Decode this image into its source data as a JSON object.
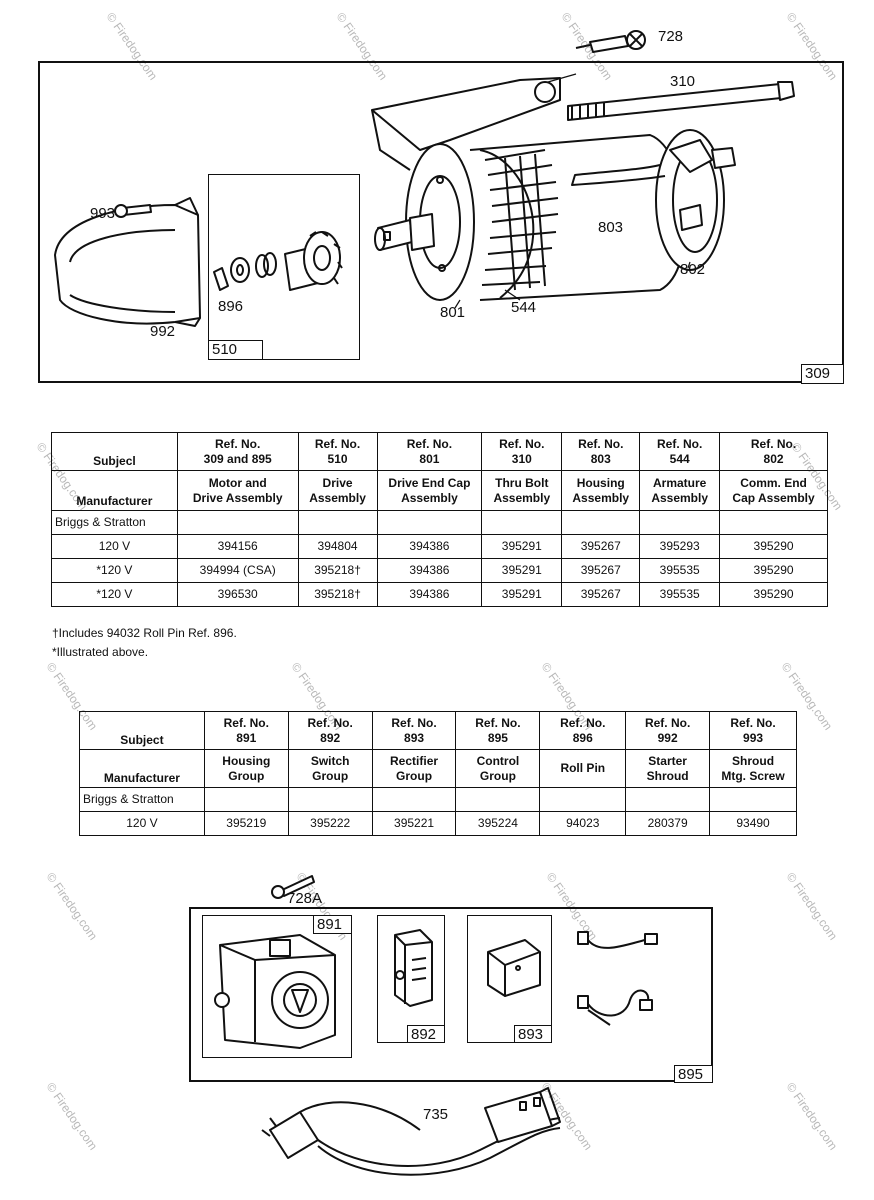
{
  "top_diagram": {
    "callouts": {
      "c728": "728",
      "c310": "310",
      "c993": "993",
      "c803": "803",
      "c896": "896",
      "c992": "992",
      "c801": "801",
      "c544": "544",
      "c802": "802"
    },
    "box_labels": {
      "b510": "510",
      "b309": "309"
    }
  },
  "table1": {
    "subject_label": "Subjecl",
    "manufacturer_label": "Manufacturer",
    "columns": [
      {
        "ref": "Ref. No.",
        "num": "309 and 895",
        "d1": "Motor and",
        "d2": "Drive Assembly"
      },
      {
        "ref": "Ref. No.",
        "num": "510",
        "d1": "Drive",
        "d2": "Assembly"
      },
      {
        "ref": "Ref. No.",
        "num": "801",
        "d1": "Drive End Cap",
        "d2": "Assembly"
      },
      {
        "ref": "Ref. No.",
        "num": "310",
        "d1": "Thru Bolt",
        "d2": "Assembly"
      },
      {
        "ref": "Ref. No.",
        "num": "803",
        "d1": "Housing",
        "d2": "Assembly"
      },
      {
        "ref": "Ref. No.",
        "num": "544",
        "d1": "Armature",
        "d2": "Assembly"
      },
      {
        "ref": "Ref. No.",
        "num": "802",
        "d1": "Comm. End",
        "d2": "Cap Assembly"
      }
    ],
    "brand": "Briggs & Stratton",
    "rows": [
      [
        "120 V",
        "394156",
        "394804",
        "394386",
        "395291",
        "395267",
        "395293",
        "395290"
      ],
      [
        "*120 V",
        "394994 (CSA)",
        "395218†",
        "394386",
        "395291",
        "395267",
        "395535",
        "395290"
      ],
      [
        "*120 V",
        "396530",
        "395218†",
        "394386",
        "395291",
        "395267",
        "395535",
        "395290"
      ]
    ]
  },
  "notes": {
    "n1": "†Includes 94032 Roll Pin Ref. 896.",
    "n2": "*Illustrated above."
  },
  "table2": {
    "subject_label": "Subject",
    "manufacturer_label": "Manufacturer",
    "columns": [
      {
        "ref": "Ref. No.",
        "num": "891",
        "d1": "Housing",
        "d2": "Group"
      },
      {
        "ref": "Ref. No.",
        "num": "892",
        "d1": "Switch",
        "d2": "Group"
      },
      {
        "ref": "Ref. No.",
        "num": "893",
        "d1": "Rectifier",
        "d2": "Group"
      },
      {
        "ref": "Ref. No.",
        "num": "895",
        "d1": "Control",
        "d2": "Group"
      },
      {
        "ref": "Ref. No.",
        "num": "896",
        "d1": "Roll Pin",
        "d2": ""
      },
      {
        "ref": "Ref. No.",
        "num": "992",
        "d1": "Starter",
        "d2": "Shroud"
      },
      {
        "ref": "Ref. No.",
        "num": "993",
        "d1": "Shroud",
        "d2": "Mtg. Screw"
      }
    ],
    "brand": "Briggs & Stratton",
    "rows": [
      [
        "120 V",
        "395219",
        "395222",
        "395221",
        "395224",
        "94023",
        "280379",
        "93490"
      ]
    ]
  },
  "bottom_diagram": {
    "callouts": {
      "c728a": "728A",
      "c735": "735"
    },
    "box_labels": {
      "b891": "891",
      "b892": "892",
      "b893": "893",
      "b895": "895"
    }
  },
  "watermark": {
    "text": "© Firedog.com"
  }
}
